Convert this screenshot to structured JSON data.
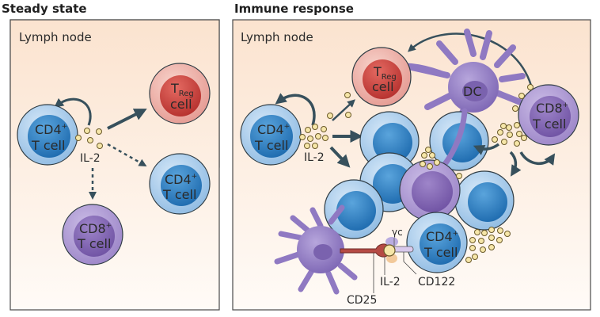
{
  "panels": {
    "left": {
      "title": "Steady state",
      "region_label": "Lymph node",
      "cells": {
        "cd4_source": {
          "line1": "CD4",
          "sup": "+",
          "line2": "T cell"
        },
        "treg": {
          "line1": "T",
          "sub": "Reg",
          "line2": "cell"
        },
        "cd4_target": {
          "line1": "CD4",
          "sup": "+",
          "line2": "T cell"
        },
        "cd8": {
          "line1": "CD8",
          "sup": "+",
          "line2": "T cell"
        }
      },
      "cytokine_label": "IL-2"
    },
    "right": {
      "title": "Immune response",
      "region_label": "Lymph node",
      "cells": {
        "cd4_source": {
          "line1": "CD4",
          "sup": "+",
          "line2": "T cell"
        },
        "treg": {
          "line1": "T",
          "sub": "Reg",
          "line2": "cell"
        },
        "dc": {
          "label": "DC"
        },
        "cd8": {
          "line1": "CD8",
          "sup": "+",
          "line2": "T cell"
        },
        "cd4_bottom": {
          "line1": "CD4",
          "sup": "+",
          "line2": "T cell"
        }
      },
      "cytokine_label": "IL-2",
      "receptor_labels": {
        "gamma_c": "γc",
        "il2": "IL-2",
        "cd25": "CD25",
        "cd122": "CD122"
      }
    }
  },
  "colors": {
    "panel_bg_top": "#fbe5d3",
    "panel_bg_bottom": "#fffaf5",
    "border": "#4a4a4a",
    "arrow": "#37505c",
    "cd4_outer": "#a9cbea",
    "cd4_inner": "#2f7fc0",
    "treg_outer": "#efb3ad",
    "treg_inner": "#c9423e",
    "cd8_outer": "#b6a2d6",
    "cd8_inner": "#8467b4",
    "il2_dot": "#f6e6a8",
    "cd25": "#b54a44"
  }
}
